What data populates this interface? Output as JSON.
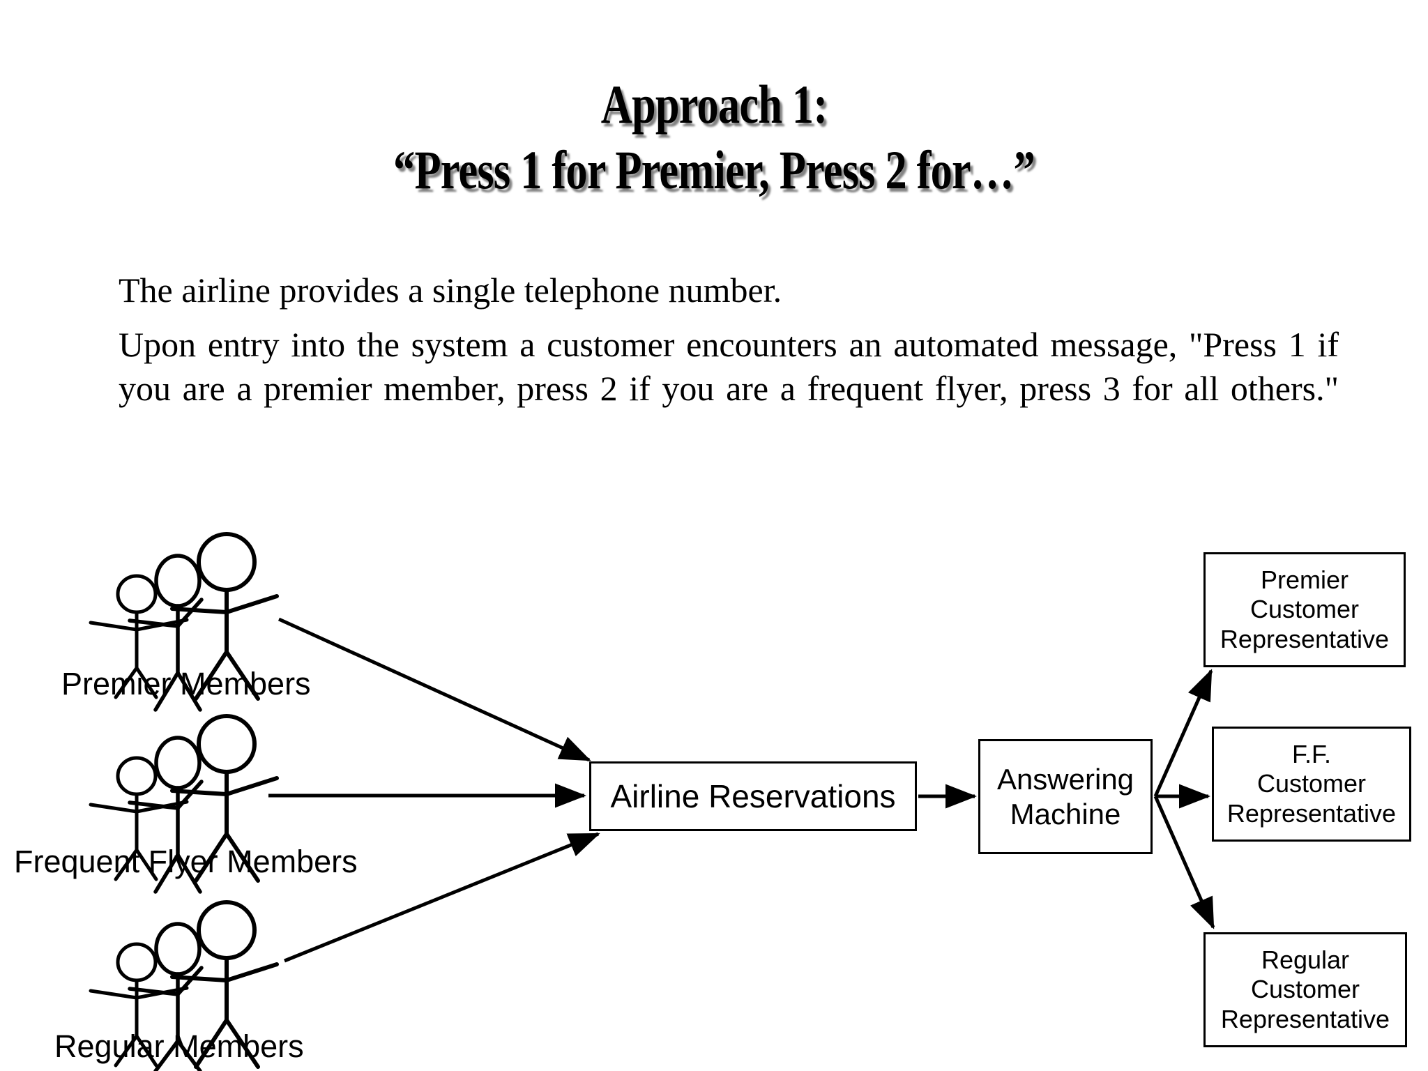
{
  "slide": {
    "title_line_1": "Approach 1:",
    "title_line_2": "“Press 1 for Premier, Press 2 for…”",
    "paragraph_1": "The airline provides a single telephone number.",
    "paragraph_2": "Upon entry into the system a customer encounters an automated message, \"Press 1 if you are a premier member, press 2 if you are a frequent flyer, press 3 for all others.\""
  },
  "diagram": {
    "actor_groups": [
      {
        "id": "premier",
        "label": "Premier Members",
        "icon": "stick-figure-group-icon",
        "figure_count": 3
      },
      {
        "id": "frequent-flyer",
        "label": "Frequent Flyer Members",
        "icon": "stick-figure-group-icon",
        "figure_count": 3
      },
      {
        "id": "regular",
        "label": "Regular Members",
        "icon": "stick-figure-group-icon",
        "figure_count": 3
      }
    ],
    "boxes": [
      {
        "id": "airline-reservations",
        "label": "Airline Reservations"
      },
      {
        "id": "answering-machine",
        "label": "Answering\nMachine",
        "line_1": "Answering",
        "line_2": "Machine"
      },
      {
        "id": "premier-rep",
        "line_1": "Premier",
        "line_2": "Customer",
        "line_3": "Representative"
      },
      {
        "id": "ff-rep",
        "line_1": "F.F.",
        "line_2": "Customer",
        "line_3": "Representative"
      },
      {
        "id": "regular-rep",
        "line_1": "Regular",
        "line_2": "Customer",
        "line_3": "Representative"
      }
    ],
    "connections": [
      {
        "from": "premier",
        "to": "airline-reservations",
        "style": "arrow"
      },
      {
        "from": "frequent-flyer",
        "to": "airline-reservations",
        "style": "arrow"
      },
      {
        "from": "regular",
        "to": "airline-reservations",
        "style": "arrow"
      },
      {
        "from": "airline-reservations",
        "to": "answering-machine",
        "style": "arrow"
      },
      {
        "from": "answering-machine",
        "to": "premier-rep",
        "style": "arrow"
      },
      {
        "from": "answering-machine",
        "to": "ff-rep",
        "style": "arrow"
      },
      {
        "from": "answering-machine",
        "to": "regular-rep",
        "style": "arrow"
      }
    ]
  },
  "colors": {
    "background": "#ffffff",
    "ink": "#000000",
    "title_shadow": "#5a5a5a"
  }
}
